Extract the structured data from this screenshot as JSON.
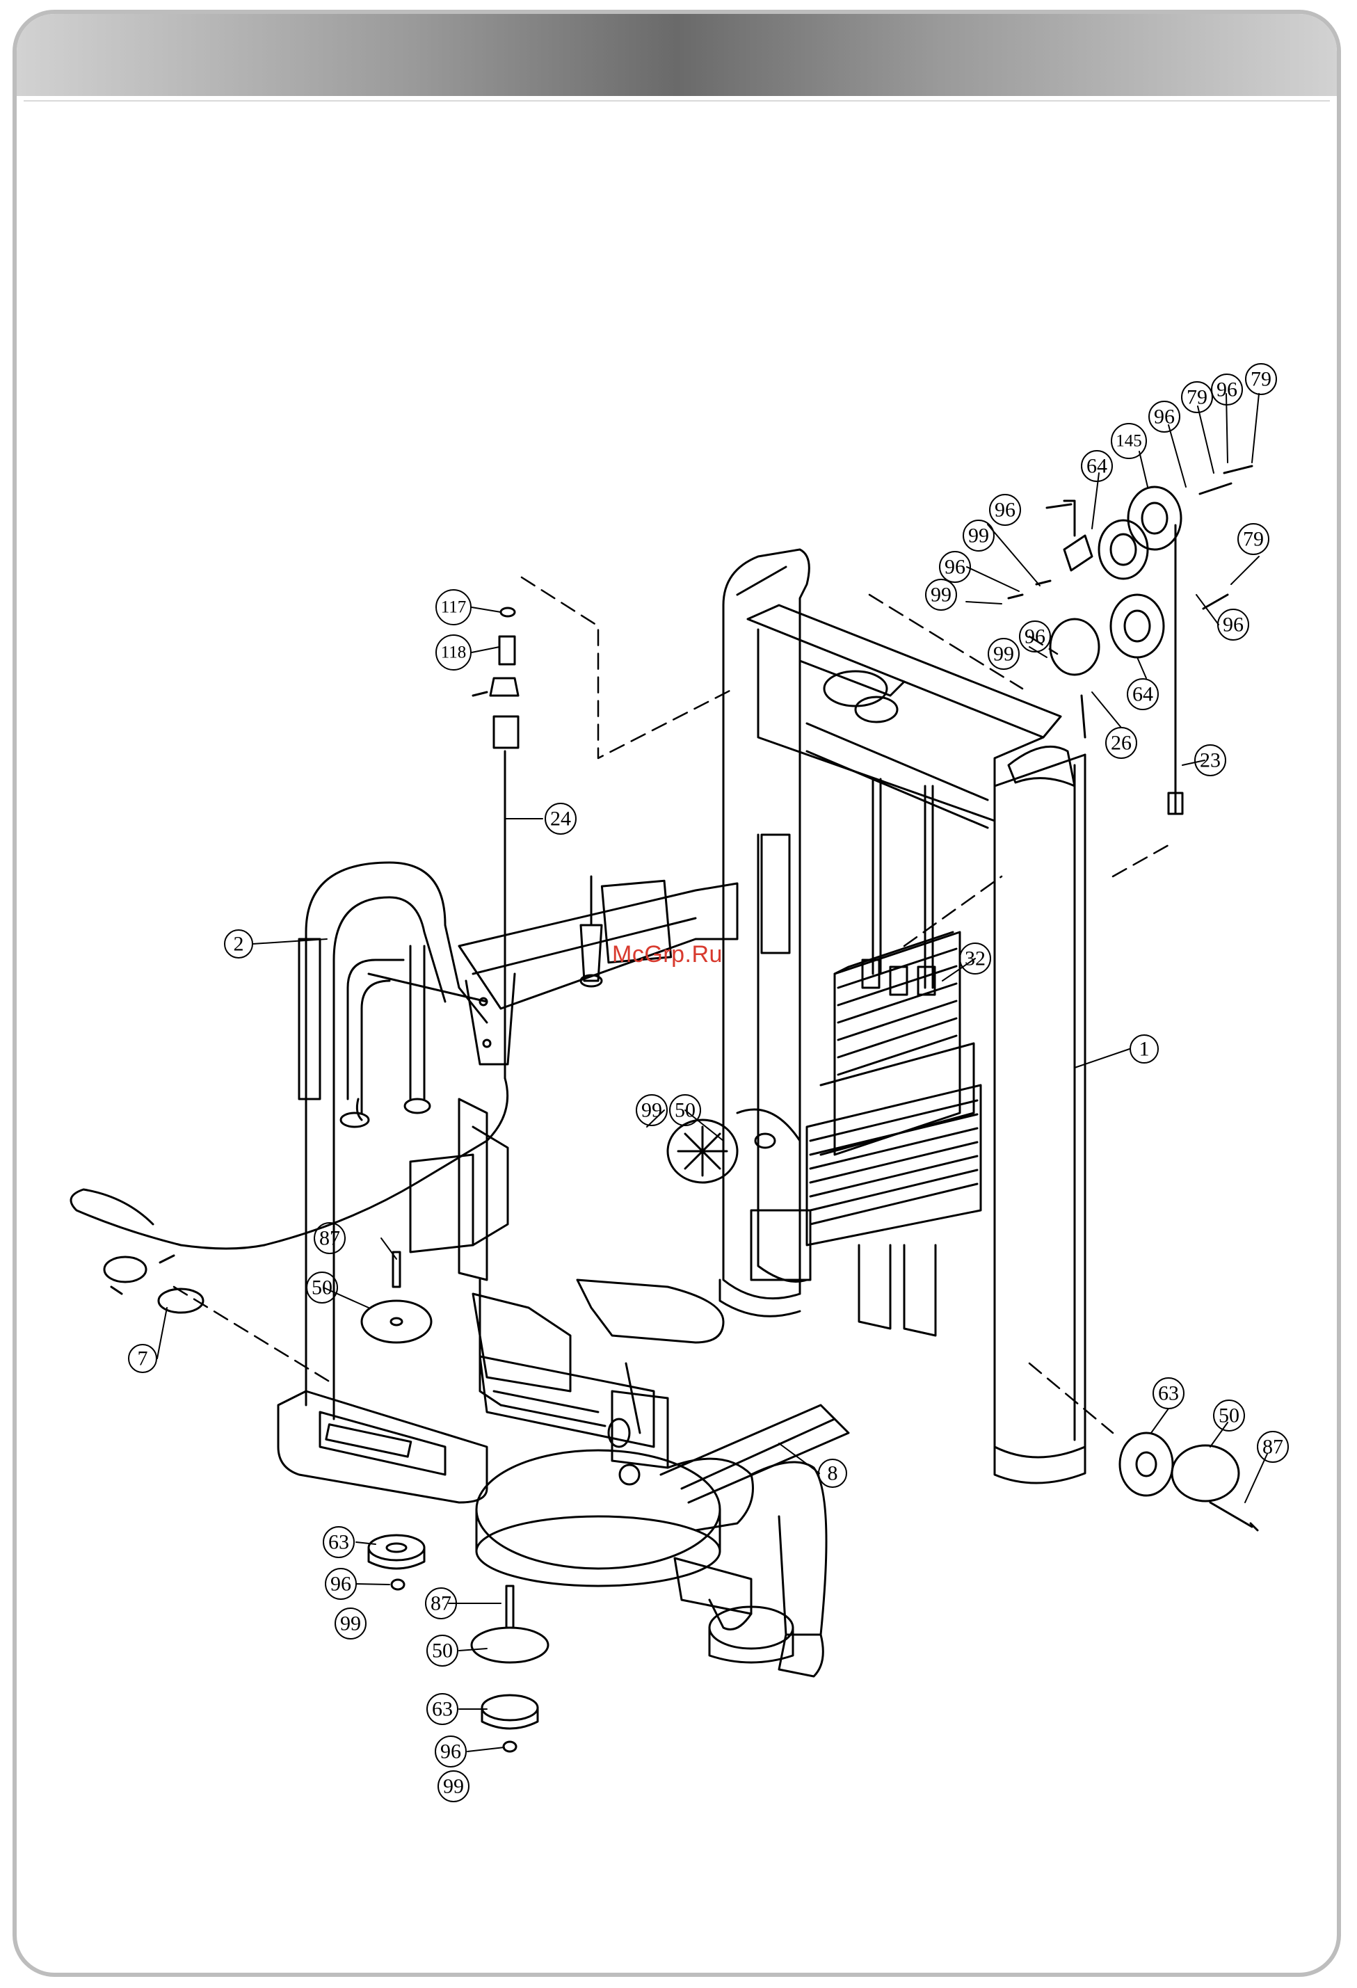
{
  "watermark": "McGrp.Ru",
  "callouts": [
    {
      "id": "c117",
      "label": "117"
    },
    {
      "id": "c118",
      "label": "118"
    },
    {
      "id": "c24",
      "label": "24"
    },
    {
      "id": "c2",
      "label": "2"
    },
    {
      "id": "c7",
      "label": "7"
    },
    {
      "id": "c87a",
      "label": "87"
    },
    {
      "id": "c50a",
      "label": "50"
    },
    {
      "id": "c99a",
      "label": "99"
    },
    {
      "id": "c50b",
      "label": "50"
    },
    {
      "id": "c63a",
      "label": "63"
    },
    {
      "id": "c96a",
      "label": "96"
    },
    {
      "id": "c99b",
      "label": "99"
    },
    {
      "id": "c87b",
      "label": "87"
    },
    {
      "id": "c50c",
      "label": "50"
    },
    {
      "id": "c63b",
      "label": "63"
    },
    {
      "id": "c96b",
      "label": "96"
    },
    {
      "id": "c99c",
      "label": "99"
    },
    {
      "id": "c8",
      "label": "8"
    },
    {
      "id": "c32",
      "label": "32"
    },
    {
      "id": "c1",
      "label": "1"
    },
    {
      "id": "c63c",
      "label": "63"
    },
    {
      "id": "c50d",
      "label": "50"
    },
    {
      "id": "c87c",
      "label": "87"
    },
    {
      "id": "c96c",
      "label": "96"
    },
    {
      "id": "c99d",
      "label": "99"
    },
    {
      "id": "c96d",
      "label": "96"
    },
    {
      "id": "c99e",
      "label": "99"
    },
    {
      "id": "c96e",
      "label": "96"
    },
    {
      "id": "c99f",
      "label": "99"
    },
    {
      "id": "c64a",
      "label": "64"
    },
    {
      "id": "c145",
      "label": "145"
    },
    {
      "id": "c96f",
      "label": "96"
    },
    {
      "id": "c79a",
      "label": "79"
    },
    {
      "id": "c96g",
      "label": "96"
    },
    {
      "id": "c79b",
      "label": "79"
    },
    {
      "id": "c79c",
      "label": "79"
    },
    {
      "id": "c96h",
      "label": "96"
    },
    {
      "id": "c64b",
      "label": "64"
    },
    {
      "id": "c26",
      "label": "26"
    },
    {
      "id": "c23",
      "label": "23"
    }
  ]
}
